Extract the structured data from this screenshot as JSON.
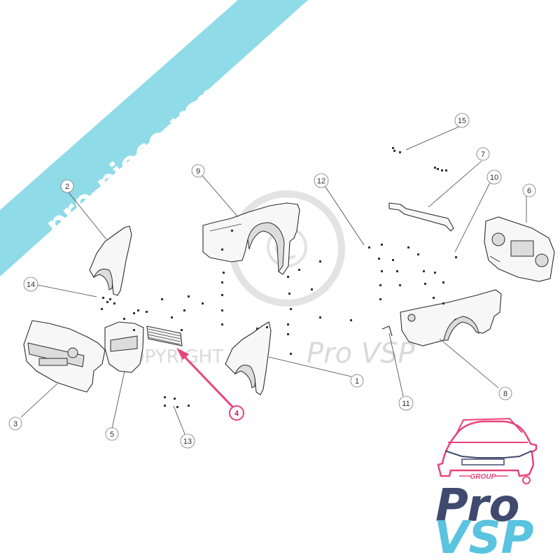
{
  "banner": {
    "text": "pro-piece-vsp.com",
    "color": "#8fdbe8"
  },
  "watermark": {
    "copyright_text": "COPYRIGHT",
    "brand_text": "Pro VSP",
    "symbol": "©"
  },
  "logo": {
    "group_text": "GROUP",
    "pro_text": "Pro",
    "vsp_text": "VSP",
    "colors": {
      "car": "#e8437a",
      "pro": "#3f4a6e",
      "vsp": "#59c3e0"
    }
  },
  "callouts": [
    {
      "label": "1",
      "part": "front-right-wing"
    },
    {
      "label": "2",
      "part": "front-left-wing"
    },
    {
      "label": "3",
      "part": "front-bumper"
    },
    {
      "label": "4",
      "part": "grille",
      "highlighted": true
    },
    {
      "label": "5",
      "part": "bumper-bracket"
    },
    {
      "label": "6",
      "part": "rear-panel"
    },
    {
      "label": "7",
      "part": "trim-strip"
    },
    {
      "label": "8",
      "part": "rear-right-side-panel"
    },
    {
      "label": "9",
      "part": "rear-left-side-panel"
    },
    {
      "label": "10",
      "part": "fastener"
    },
    {
      "label": "11",
      "part": "clip"
    },
    {
      "label": "12",
      "part": "screws"
    },
    {
      "label": "13",
      "part": "clips"
    },
    {
      "label": "14",
      "part": "screws"
    },
    {
      "label": "15",
      "part": "screws"
    }
  ],
  "highlight_color": "#e8437a"
}
